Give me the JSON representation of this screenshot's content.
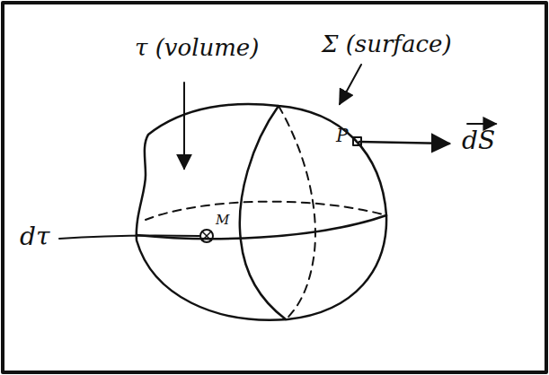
{
  "diagram": {
    "labels": [
      "τ (volume)",
      "Σ (surface)",
      "P",
      "dS",
      "dτ",
      "M"
    ]
  }
}
